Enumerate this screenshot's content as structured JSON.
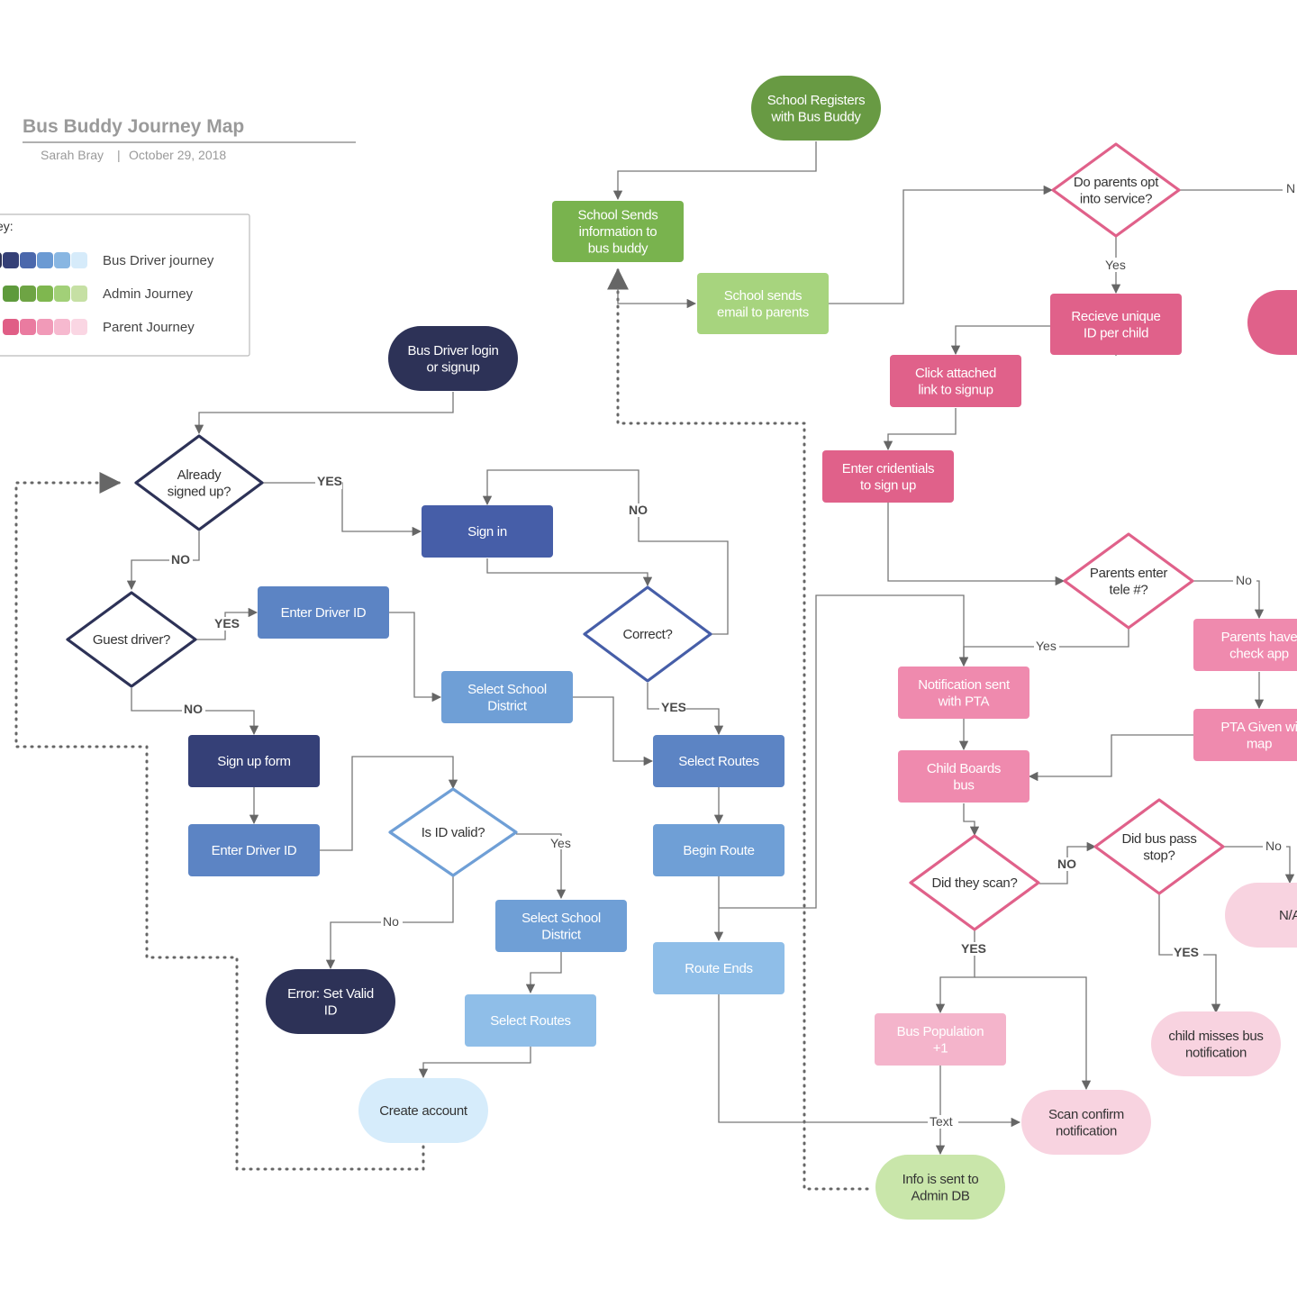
{
  "header": {
    "title": "Bus Buddy Journey Map",
    "author": "Sarah Bray",
    "date": "October 29, 2018",
    "separator": "|"
  },
  "legend": {
    "title": "ey:",
    "items": [
      {
        "label": "Bus Driver journey",
        "swatches": [
          "#2d3257",
          "#354077",
          "#4b68ac",
          "#6b9ad3",
          "#88b6e2",
          "#d6ebfa"
        ]
      },
      {
        "label": "Admin Journey",
        "swatches": [
          "#5e9a3c",
          "#6ea444",
          "#7fb74f",
          "#a2d078",
          "#c6e0a4"
        ]
      },
      {
        "label": "Parent Journey",
        "swatches": [
          "#e05e86",
          "#ea7ba0",
          "#f19ab8",
          "#f6b9cf",
          "#fad6e3"
        ]
      }
    ]
  },
  "colors": {
    "driver_dark": "#2d3257",
    "driver_mid": "#465ea8",
    "driver_blue": "#5c84c4",
    "driver_light": "#6f9fd6",
    "driver_pale": "#8fbee8",
    "driver_palest": "#d6ecfb",
    "admin_dark": "#689a43",
    "admin_mid": "#79b34e",
    "admin_light": "#a7d47e",
    "admin_pale": "#c9e6aa",
    "parent_dark": "#e0618a",
    "parent_mid": "#ef8aae",
    "parent_light": "#f4b4cb",
    "parent_pale": "#f8d3e0",
    "line": "#555555",
    "dotted": "#666666"
  },
  "nodes": {
    "school_registers": "School Registers with Bus Buddy",
    "school_sends_info": "School Sends information to bus buddy",
    "school_sends_email": "School sends email to parents",
    "parents_opt_in": "Do parents opt into service?",
    "receive_unique_id": "Recieve unique ID per child",
    "click_link": "Click attached link to signup",
    "enter_credentials": "Enter cridentials to sign up",
    "parents_enter_tele": "Parents enter tele #?",
    "parents_check_app": "Parents have check app",
    "pta_given_map": "PTA Given wi map",
    "notification_pta": "Notification sent with PTA",
    "child_boards": "Child Boards bus",
    "did_they_scan": "Did they scan?",
    "did_bus_pass": "Did bus pass stop?",
    "na": "N/A",
    "child_misses": "child misses bus notification",
    "bus_population": "Bus Population +1",
    "scan_confirm": "Scan confirm notification",
    "info_admin_db": "Info is sent to Admin DB",
    "driver_login": "Bus Driver login or signup",
    "already_signed": "Already signed up?",
    "sign_in": "Sign in",
    "correct": "Correct?",
    "guest_driver": "Guest driver?",
    "enter_driver_id_top": "Enter Driver ID",
    "select_district_top": "Select School District",
    "select_routes_main": "Select Routes",
    "begin_route": "Begin Route",
    "route_ends": "Route Ends",
    "signup_form": "Sign up form",
    "enter_driver_id_bottom": "Enter Driver ID",
    "is_id_valid": "Is ID valid?",
    "select_district_bottom": "Select School District",
    "select_routes_bottom": "Select Routes",
    "create_account": "Create account",
    "error_valid_id": "Error: Set Valid ID"
  },
  "edge_labels": {
    "opt_no": "N",
    "opt_yes": "Yes",
    "already_yes": "YES",
    "already_no": "NO",
    "correct_no": "NO",
    "correct_yes": "YES",
    "guest_yes": "YES",
    "guest_no": "NO",
    "valid_yes": "Yes",
    "valid_no": "No",
    "tele_no": "No",
    "tele_yes": "Yes",
    "scan_no": "NO",
    "scan_yes": "YES",
    "pass_no": "No",
    "pass_yes": "YES",
    "text": "Text"
  }
}
